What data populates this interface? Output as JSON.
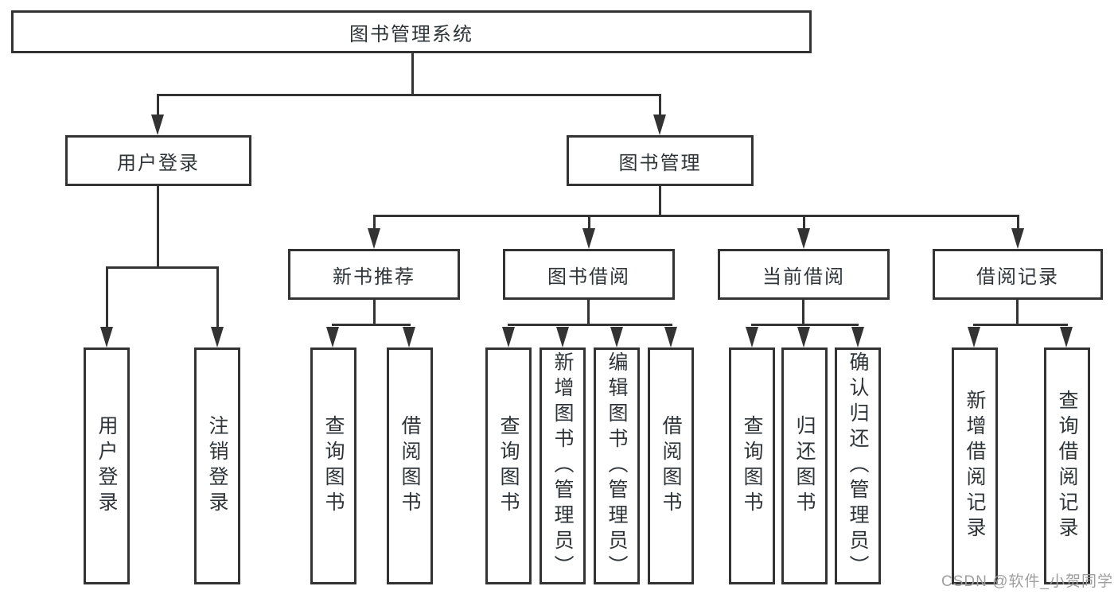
{
  "diagram": {
    "root": {
      "label": "图书管理系统"
    },
    "level1": [
      {
        "label": "用户登录"
      },
      {
        "label": "图书管理"
      }
    ],
    "login_children": [
      {
        "label": "用户登录"
      },
      {
        "label": "注销登录"
      }
    ],
    "modules": [
      {
        "label": "新书推荐",
        "children": [
          {
            "label": "查询图书"
          },
          {
            "label": "借阅图书"
          }
        ]
      },
      {
        "label": "图书借阅",
        "children": [
          {
            "label": "查询图书"
          },
          {
            "label": "新增图书（管理员）"
          },
          {
            "label": "编辑图书（管理员）"
          },
          {
            "label": "借阅图书"
          }
        ]
      },
      {
        "label": "当前借阅",
        "children": [
          {
            "label": "查询图书"
          },
          {
            "label": "归还图书"
          },
          {
            "label": "确认归还（管理员）"
          }
        ]
      },
      {
        "label": "借阅记录",
        "children": [
          {
            "label": "新增借阅记录"
          },
          {
            "label": "查询借阅记录"
          }
        ]
      }
    ],
    "watermark": "CSDN @软件_小贺同学",
    "colors": {
      "line": "#333333",
      "box_border": "#333333",
      "text": "#2f3439",
      "watermark": "#9e9e9e",
      "background": "#ffffff"
    }
  }
}
